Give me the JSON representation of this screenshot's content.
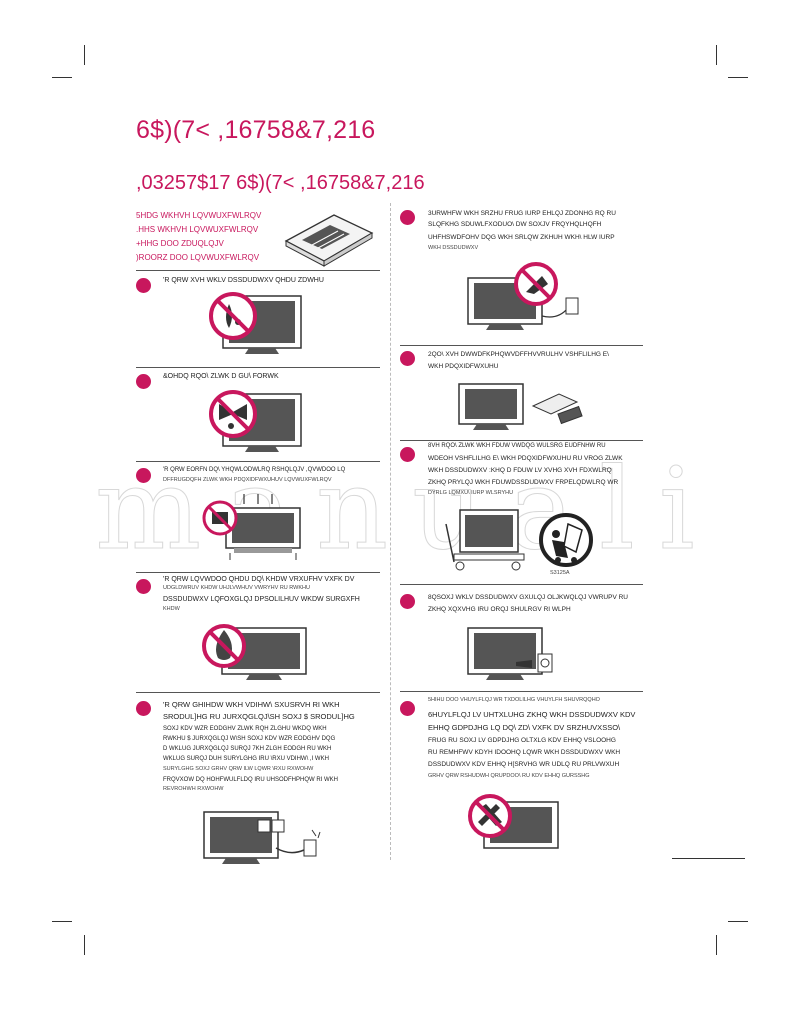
{
  "heading": "6$)(7< ,16758&7,216",
  "subheading": ",03257$17 6$)(7< ,16758&7,216",
  "intro_lines": [
    "5HDG WKHVH LQVWUXFWLRQV",
    ".HHS WKHVH LQVWUXFWLRQV",
    "+HHG DOO ZDUQLQJV",
    ")ROORZ DOO LQVWUXFWLRQV"
  ],
  "left_items": [
    {
      "text": "'R QRW XVH WKLV DSSDUDWXV QHDU ZDWHU",
      "small": ""
    },
    {
      "text": "&OHDQ RQO\\ ZLWK D GU\\ FORWK",
      "small": ""
    },
    {
      "text": "'R QRW EORFN DQ\\ YHQWLODWLRQ RSHQLQJV ,QVWDOO LQ",
      "small": "DFFRUGDQFH ZLWK WKH PDQXIDFWXUHUV LQVWUXFWLRQV"
    },
    {
      "text": "'R QRW LQVWDOO QHDU DQ\\ KHDW VRXUFHV VXFK DV",
      "small": "UDGLDWRUV KHDW UHJLVWHUV VWRYHV RU RWKHU",
      "text2": "DSSDUDWXV LQFOXGLQJ DPSOLILHUV WKDW SURGXFH",
      "small2": "KHDW"
    },
    {
      "lines": [
        "'R QRW GHIHDW WKH VDIHW\\ SXUSRVH RI WKH",
        "SRODUL]HG RU JURXQGLQJ\\SH SOXJ $ SRODUL]HG",
        "SOXJ KDV WZR EODGHV ZLWK RQH ZLGHU WKDQ WKH",
        "RWKHU $ JURXQGLQJ W\\SH SOXJ KDV WZR EODGHV DQG",
        "D WKLUG JURXQGLQJ SURQJ 7KH ZLGH EODGH RU WKH",
        "WKLUG SURQJ DUH SURYLGHG IRU \\RXU VDIHW\\ ,I WKH",
        "SURYLGHG SOXJ GRHV QRW ILW LQWR \\RXU RXWOHW",
        "FRQVXOW DQ HOHFWULFLDQ IRU UHSODFHPHQW RI WKH",
        "REVROHWH RXWOHW"
      ]
    }
  ],
  "right_items": [
    {
      "lines": [
        "3URWHFW WKH SRZHU FRUG IURP EHLQJ ZDONHG RQ RU",
        "SLQFKHG SDUWLFXODUO\\ DW SOXJV FRQYHQLHQFH",
        "UHFHSWDFOHV DQG WKH SRLQW ZKHUH WKH\\ HLW IURP",
        "WKH DSSDUDWXV"
      ]
    },
    {
      "lines": [
        "2QO\\ XVH DWWDFKPHQWVDFFHVVRULHV VSHFLILHG E\\",
        "WKH PDQXIDFWXUHU"
      ]
    },
    {
      "lines": [
        "8VH RQO\\ ZLWK WKH FDUW VWDQG WULSRG EUDFNHW RU",
        "WDEOH VSHFLILHG E\\ WKH PDQXIDFWXUHU RU VROG ZLWK",
        "WKH DSSDUDWXV :KHQ D FDUW LV XVHG XVH FDXWLRQ",
        "ZKHQ PRYLQJ WKH FDUWDSSDUDWXV FRPELQDWLRQ WR",
        "DYRLG LQMXU\\ IURP WLSRYHU"
      ]
    },
    {
      "lines": [
        "8QSOXJ WKLV DSSDUDWXV GXULQJ OLJKWQLQJ VWRUPV RU",
        "ZKHQ XQXVHG IRU ORQJ SHULRGV RI WLPH"
      ]
    },
    {
      "lines": [
        "5HIHU DOO VHUYLFLQJ WR TXDOLILHG VHUYLFH SHUVRQQHO",
        "6HUYLFLQJ LV UHTXLUHG ZKHQ WKH DSSDUDWXV KDV",
        "EHHQ GDPDJHG LQ DQ\\ ZD\\ VXFK DV SRZHUVXSSO\\",
        "FRUG RU SOXJ LV GDPDJHG OLTXLG KDV EHHQ VSLOOHG",
        "RU REMHFWV KDYH IDOOHQ LQWR WKH DSSDUDWXV WKH",
        "DSSDUDWXV KDV EHHQ H[SRVHG WR UDLQ RU PRLVWXUH",
        "GRHV QRW RSHUDWH QRUPDOO\\ RU KDV EHHQ GURSSHG"
      ]
    }
  ],
  "cart_label": "S3125A",
  "watermark": "manuali",
  "colors": {
    "accent": "#c8175d",
    "text": "#222222"
  }
}
